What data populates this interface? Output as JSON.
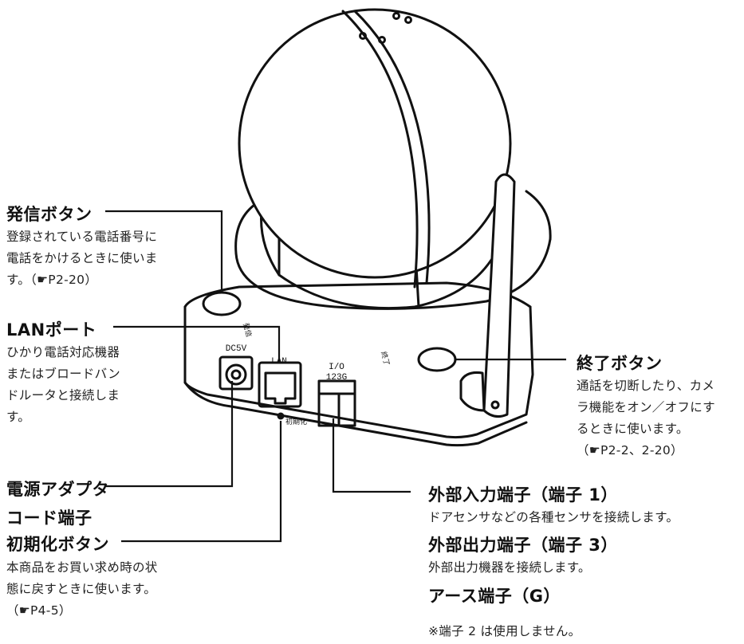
{
  "callouts": {
    "call_button": {
      "title": "発信ボタン",
      "desc": [
        "登録されている電話番号に",
        "電話をかけるときに使いま",
        "す。（☛P2-20）"
      ]
    },
    "lan_port": {
      "title": "LANポート",
      "desc": [
        "ひかり電話対応機器",
        "またはブロードバン",
        "ドルータと接続しま",
        "す。"
      ]
    },
    "power_adapter": {
      "title": [
        "電源アダプタ",
        "コード端子"
      ]
    },
    "init_button": {
      "title": "初期化ボタン",
      "desc": [
        "本商品をお買い求め時の状",
        "態に戻すときに使います。",
        "（☛P4-5）"
      ]
    },
    "end_button": {
      "title": "終了ボタン",
      "desc": [
        "通話を切断したり、カメ",
        "ラ機能をオン／オフにす",
        "るときに使います。",
        "（☛P2-2、2-20）"
      ]
    },
    "ext_input": {
      "title": "外部入力端子（端子 1）",
      "desc": "ドアセンサなどの各種センサを接続します。"
    },
    "ext_output": {
      "title": "外部出力端子（端子 3）",
      "desc": "外部出力機器を接続します。"
    },
    "ground": {
      "title": "アース端子（G）"
    },
    "note": "※端子 2 は使用しません。"
  },
  "device_markings": {
    "dc": "DC5V",
    "lan": "LAN",
    "io_top": "I/O",
    "io_bottom": "123G",
    "init": "初期化",
    "call": "発信",
    "end": "終了"
  }
}
